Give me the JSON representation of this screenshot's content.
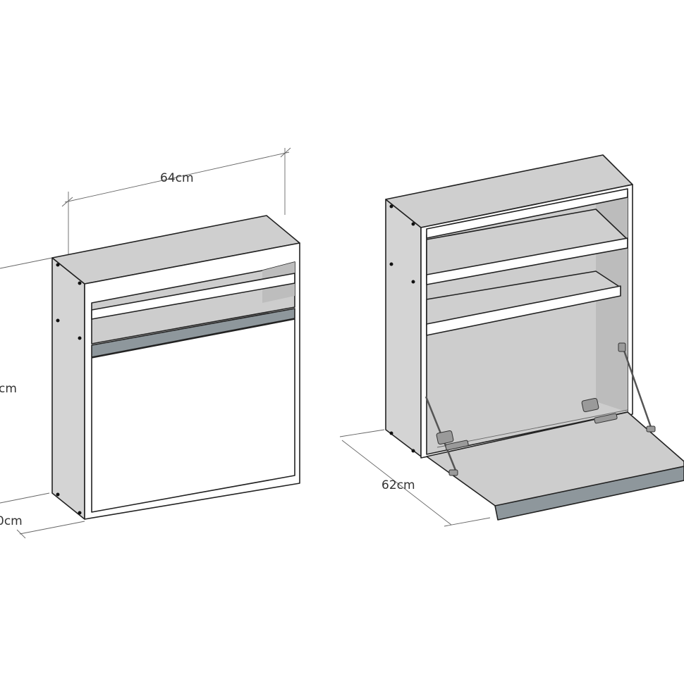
{
  "labels": {
    "width_closed": "64cm",
    "height_closed": "cm",
    "depth_closed": "0cm",
    "depth_open": "62cm"
  },
  "colors": {
    "panel": "#d2d2d2",
    "frame": "#ffffff",
    "handle": "#8e979c",
    "outline": "#222222"
  }
}
